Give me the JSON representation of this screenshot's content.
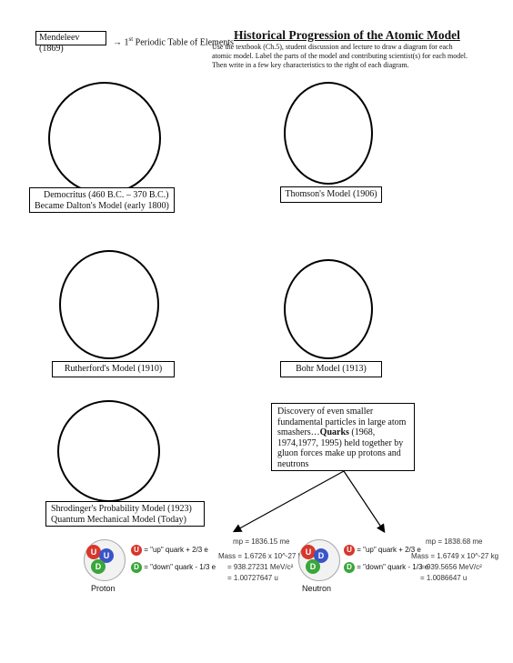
{
  "header": {
    "mendeleev_box": "Mendeleev (1869)",
    "arrow": "→",
    "periodic_prefix": "1",
    "periodic_sup": "st",
    "periodic_suffix": " Periodic Table of Elements",
    "title": "Historical Progression of the Atomic Model",
    "instructions": "Use the textbook (Ch.5), student discussion and lecture to draw a diagram for each atomic model.  Label the parts of the model and contributing scientist(s) for each model.  Then write in a few key characteristics to the right of each diagram."
  },
  "models": {
    "democritus": {
      "line1": "Democritus (460 B.C. – 370 B.C.)",
      "line2": "Became Dalton's Model (early 1800)"
    },
    "thomson": {
      "label": "Thomson's Model (1906)"
    },
    "rutherford": {
      "label": "Rutherford's Model (1910)"
    },
    "bohr": {
      "label": "Bohr Model (1913)"
    },
    "shrodinger": {
      "line1": "Shrodinger's Probability Model (1923)",
      "line2": "Quantum Mechanical Model  (Today)"
    }
  },
  "discovery": {
    "text_pre": "Discovery of even smaller fundamental particles in large atom smashers…",
    "text_bold": "Quarks",
    "text_post": " (1968, 1974,1977, 1995) held together by gluon forces make up protons and neutrons"
  },
  "proton": {
    "name": "Proton",
    "quarks": [
      "U",
      "U",
      "D"
    ],
    "up_label": "= \"up\" quark",
    "up_charge": "+ 2/3 e",
    "down_label": "= \"down\" quark",
    "down_charge": "- 1/3 e",
    "mass_symbol": "mp = 1836.15 me",
    "mass_kg": "Mass = 1.6726 x 10^-27 kg",
    "mass_mev": "= 938.27231 MeV/c²",
    "mass_u": "= 1.00727647 u"
  },
  "neutron": {
    "name": "Neutron",
    "quarks": [
      "U",
      "D",
      "D"
    ],
    "up_label": "= \"up\" quark",
    "up_charge": "+ 2/3 e",
    "down_label": "= \"down\" quark",
    "down_charge": "- 1/3 e",
    "mass_symbol": "mp = 1838.68 me",
    "mass_kg": "Mass = 1.6749 x 10^-27 kg",
    "mass_mev": "= 939.5656 MeV/c²",
    "mass_u": "= 1.0086647 u"
  },
  "colors": {
    "up_quark": "#d9362b",
    "down_quark": "#3aa63a",
    "down_quark_alt": "#3a55c8"
  }
}
